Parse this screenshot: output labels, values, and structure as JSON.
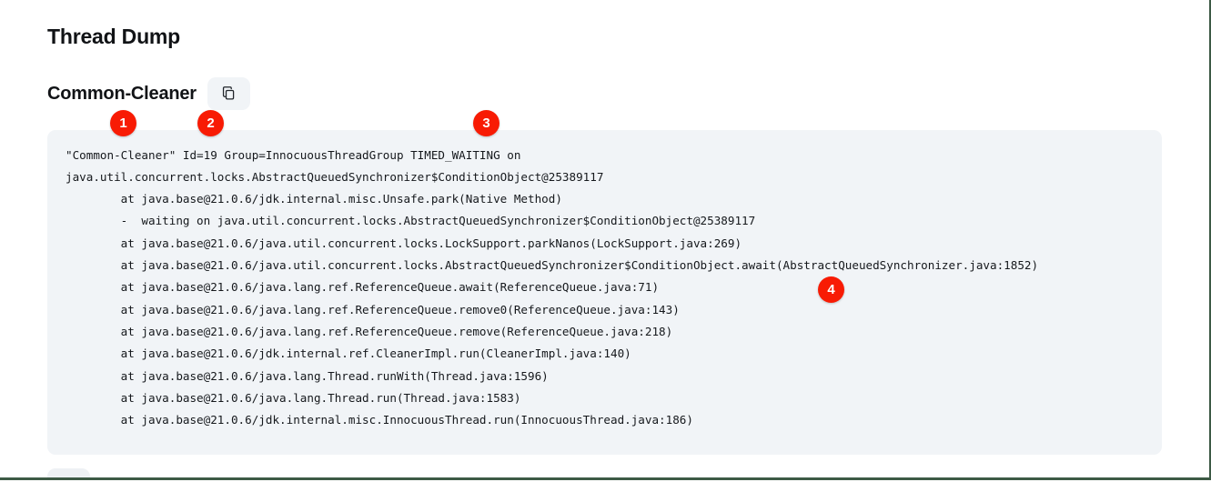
{
  "page": {
    "title": "Thread Dump",
    "border_color": "#3d5a45"
  },
  "thread": {
    "name": "Common-Cleaner",
    "copy_button": {
      "label": "",
      "icon": "copy-icon",
      "tooltip": "Copy"
    }
  },
  "badges": [
    {
      "id": 1,
      "label": "1",
      "color": "#f81b04"
    },
    {
      "id": 2,
      "label": "2",
      "color": "#f81b04"
    },
    {
      "id": 3,
      "label": "3",
      "color": "#f81b04"
    },
    {
      "id": 4,
      "label": "4",
      "color": "#f81b04"
    }
  ],
  "stack_trace": {
    "background": "#f1f4f7",
    "text": "\"Common-Cleaner\" Id=19 Group=InnocuousThreadGroup TIMED_WAITING on\njava.util.concurrent.locks.AbstractQueuedSynchronizer$ConditionObject@25389117\n        at java.base@21.0.6/jdk.internal.misc.Unsafe.park(Native Method)\n        -  waiting on java.util.concurrent.locks.AbstractQueuedSynchronizer$ConditionObject@25389117\n        at java.base@21.0.6/java.util.concurrent.locks.LockSupport.parkNanos(LockSupport.java:269)\n        at java.base@21.0.6/java.util.concurrent.locks.AbstractQueuedSynchronizer$ConditionObject.await(AbstractQueuedSynchronizer.java:1852)\n        at java.base@21.0.6/java.lang.ref.ReferenceQueue.await(ReferenceQueue.java:71)\n        at java.base@21.0.6/java.lang.ref.ReferenceQueue.remove0(ReferenceQueue.java:143)\n        at java.base@21.0.6/java.lang.ref.ReferenceQueue.remove(ReferenceQueue.java:218)\n        at java.base@21.0.6/jdk.internal.ref.CleanerImpl.run(CleanerImpl.java:140)\n        at java.base@21.0.6/java.lang.Thread.runWith(Thread.java:1596)\n        at java.base@21.0.6/java.lang.Thread.run(Thread.java:1583)\n        at java.base@21.0.6/jdk.internal.misc.InnocuousThread.run(InnocuousThread.java:186)",
    "lines": [
      "\"Common-Cleaner\" Id=19 Group=InnocuousThreadGroup TIMED_WAITING on",
      "java.util.concurrent.locks.AbstractQueuedSynchronizer$ConditionObject@25389117",
      "        at java.base@21.0.6/jdk.internal.misc.Unsafe.park(Native Method)",
      "        -  waiting on java.util.concurrent.locks.AbstractQueuedSynchronizer$ConditionObject@25389117",
      "        at java.base@21.0.6/java.util.concurrent.locks.LockSupport.parkNanos(LockSupport.java:269)",
      "        at java.base@21.0.6/java.util.concurrent.locks.AbstractQueuedSynchronizer$ConditionObject.await(AbstractQueuedSynchronizer.java:1852)",
      "        at java.base@21.0.6/java.lang.ref.ReferenceQueue.await(ReferenceQueue.java:71)",
      "        at java.base@21.0.6/java.lang.ref.ReferenceQueue.remove0(ReferenceQueue.java:143)",
      "        at java.base@21.0.6/java.lang.ref.ReferenceQueue.remove(ReferenceQueue.java:218)",
      "        at java.base@21.0.6/jdk.internal.ref.CleanerImpl.run(CleanerImpl.java:140)",
      "        at java.base@21.0.6/java.lang.Thread.runWith(Thread.java:1596)",
      "        at java.base@21.0.6/java.lang.Thread.run(Thread.java:1583)",
      "        at java.base@21.0.6/jdk.internal.misc.InnocuousThread.run(InnocuousThread.java:186)"
    ]
  }
}
